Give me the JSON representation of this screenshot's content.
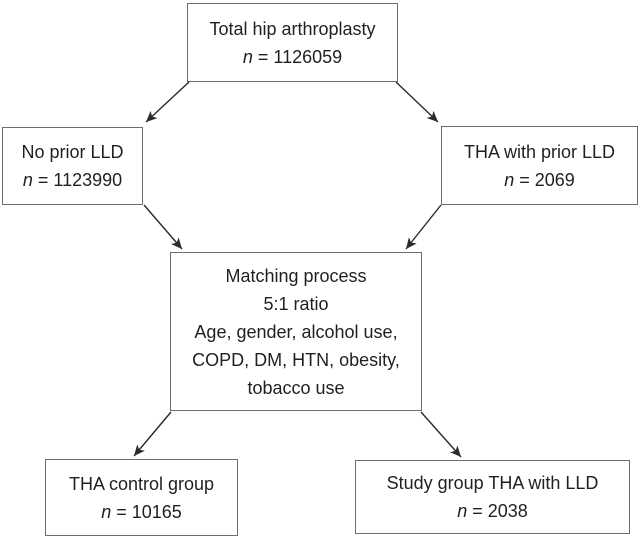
{
  "colors": {
    "box_border": "#6d6e71",
    "arrow": "#2e282a",
    "text": "#231f20",
    "background": "#ffffff"
  },
  "nodes": {
    "total": {
      "label": "Total hip arthroplasty",
      "n_symbol": "n",
      "n_rest": " = 1126059"
    },
    "no_prior_lld": {
      "label": "No prior LLD",
      "n_symbol": "n",
      "n_rest": " = 1123990"
    },
    "tha_prior_lld": {
      "label": "THA with prior LLD",
      "n_symbol": "n",
      "n_rest": " = 2069"
    },
    "matching": {
      "lines": [
        "Matching process",
        "5:1 ratio",
        "Age, gender, alcohol use,",
        "COPD, DM, HTN, obesity,",
        "tobacco use"
      ]
    },
    "control": {
      "label": "THA control group",
      "n_symbol": "n",
      "n_rest": " = 10165"
    },
    "study": {
      "label": "Study group THA with LLD",
      "n_symbol": "n",
      "n_rest": " = 2038"
    }
  },
  "edges": [
    {
      "from": "total",
      "to": "no_prior_lld"
    },
    {
      "from": "total",
      "to": "tha_prior_lld"
    },
    {
      "from": "no_prior_lld",
      "to": "matching"
    },
    {
      "from": "tha_prior_lld",
      "to": "matching"
    },
    {
      "from": "matching",
      "to": "control"
    },
    {
      "from": "matching",
      "to": "study"
    }
  ]
}
